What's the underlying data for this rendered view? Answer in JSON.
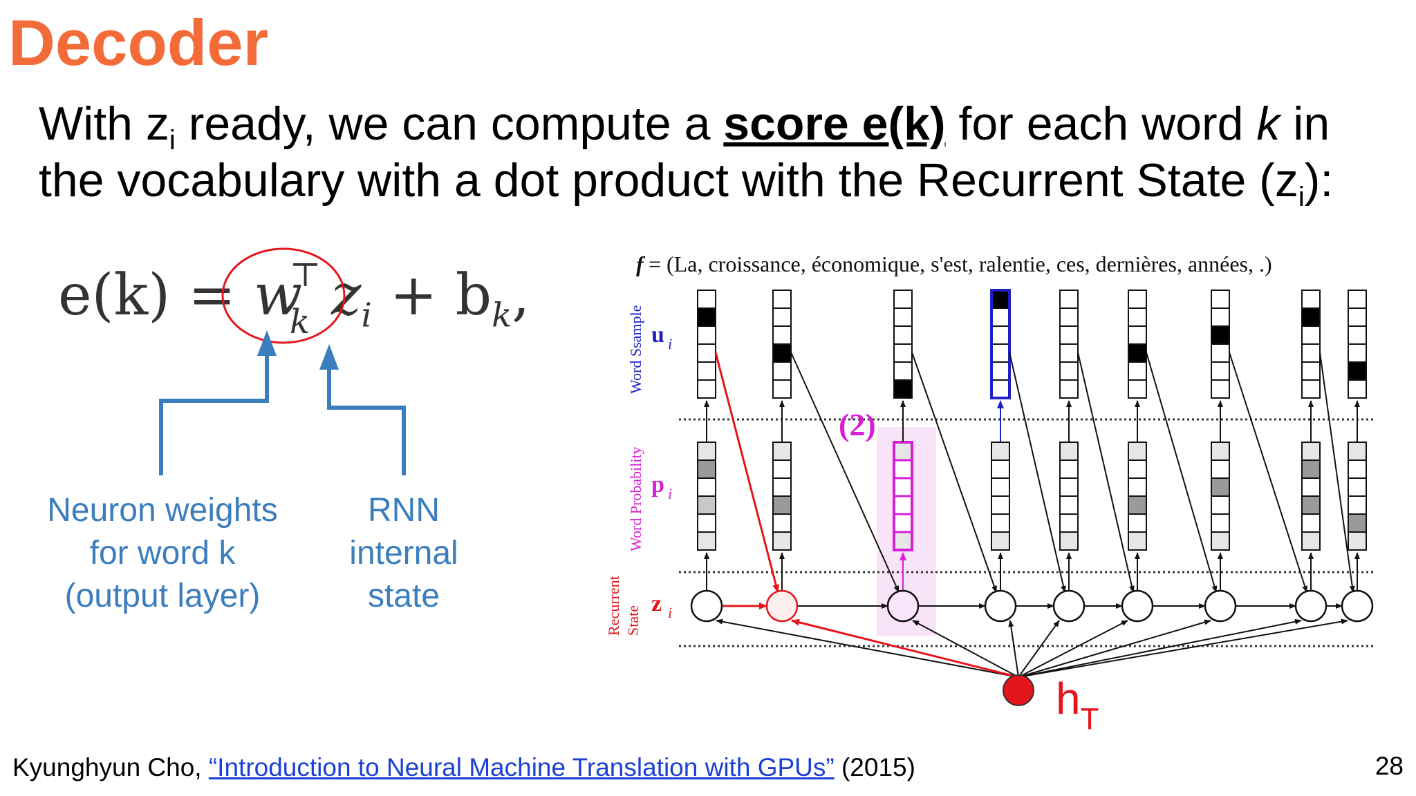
{
  "slide": {
    "title": "Decoder",
    "intro": {
      "part1": "With z",
      "sub1": "i",
      "part2": " ready, we can compute a ",
      "score": "score e(k)",
      "part3": " for each word ",
      "k": "k",
      "part4": " in the vocabulary with a dot product with the Recurrent State (z",
      "sub2": "i",
      "part5": "):"
    },
    "formula": {
      "lhs": "e(k) = ",
      "w": "w",
      "w_sup": "⊤",
      "w_sub": "k",
      "z": "z",
      "z_sub": "i",
      "rhs": " + b",
      "b_sub": "k",
      "tail": ","
    },
    "labels": {
      "neuron_weights": [
        "Neuron weights",
        "for word k",
        "(output layer)"
      ],
      "rnn_state": [
        "RNN",
        "internal",
        "state"
      ]
    },
    "diagram": {
      "sentence": "= (La, croissance, économique, s'est, ralentie, ces, dernières, années, .)",
      "sentence_var": "f",
      "row_labels": {
        "word_sample": "Word Ssample",
        "word_probability": "Word Probability",
        "recurrent_state_1": "Recurrent",
        "recurrent_state_2": "State"
      },
      "symbols": {
        "u": "u",
        "p": "p",
        "z": "z",
        "i": "i"
      },
      "step_marker": "(2)",
      "ht_main": "h",
      "ht_sub": "T",
      "colors": {
        "red": "#e4151b",
        "blue": "#1f1fc4",
        "magenta": "#d61ed6",
        "highlight": "#f9e3f9",
        "arrow_blue": "#3b7dbd"
      }
    },
    "footer": {
      "author": "Kyunghyun Cho, ",
      "link": "“Introduction to Neural Machine Translation with GPUs”",
      "year": " (2015)"
    },
    "page_number": "28"
  }
}
